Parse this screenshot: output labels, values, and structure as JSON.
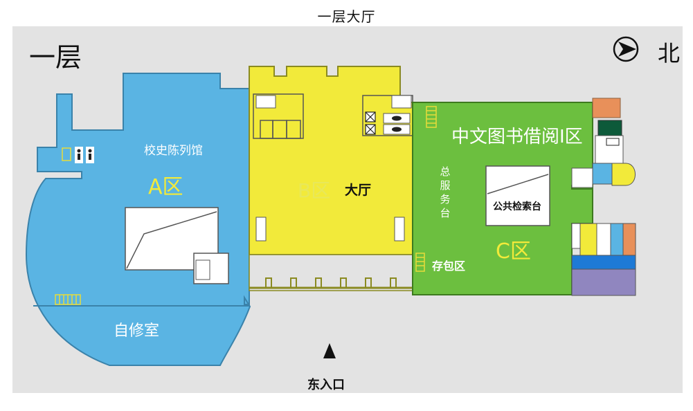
{
  "title": "一层大厅",
  "map": {
    "floor": "一层",
    "north": "北",
    "entrance": "东入口",
    "zones": {
      "a": {
        "name": "A区",
        "room": "校史陈列馆",
        "study": "自修室"
      },
      "b": {
        "name": "B区",
        "room": "大厅"
      },
      "c": {
        "name": "C区",
        "room": "中文图书借阅Ⅰ区",
        "service": "总服务台",
        "search": "公共检索台",
        "storage": "存包区"
      }
    },
    "colors": {
      "background": "#e3e3e3",
      "zone_a": "#5ab4e3",
      "zone_b": "#f2ea3a",
      "zone_c": "#6cbf3f",
      "orange_room": "#e8905a",
      "dark_green_room": "#0d5a3a",
      "purple_room": "#9086bf",
      "blue_room": "#1e7ad6"
    },
    "icons": [
      "compass-arrow-icon",
      "restroom-icon",
      "stairs-icon",
      "elevator-icon",
      "entrance-arrow-icon"
    ]
  }
}
